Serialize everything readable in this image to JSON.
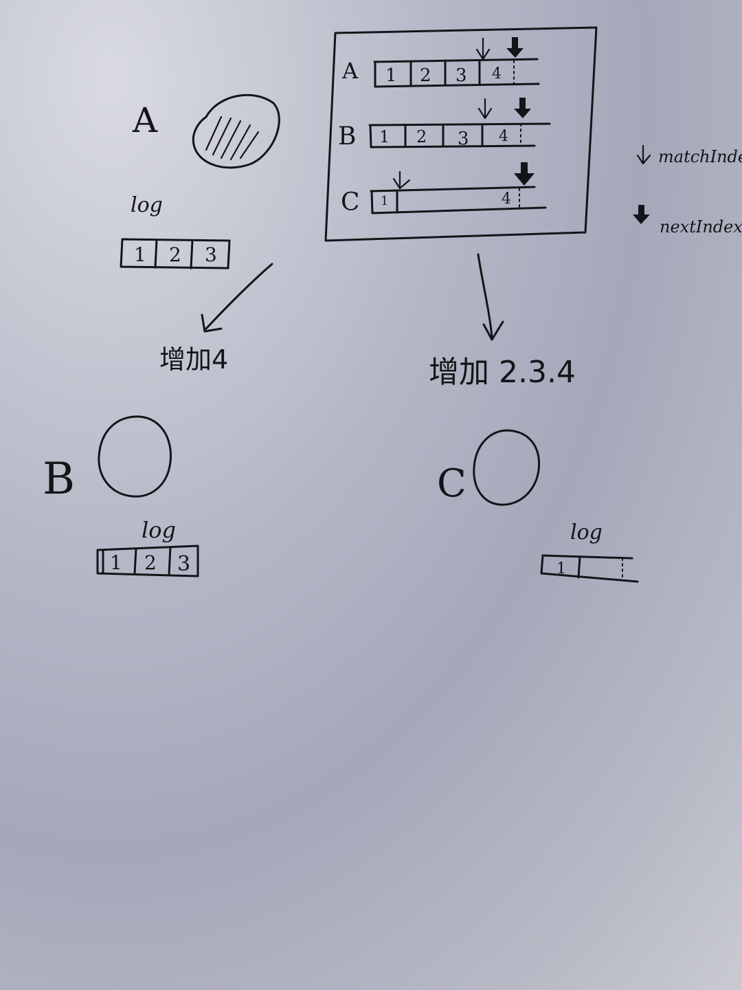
{
  "nodes": {
    "a": {
      "label": "A",
      "log_label": "log",
      "entries": [
        "1",
        "2",
        "3"
      ]
    },
    "b": {
      "label": "B",
      "log_label": "log",
      "entries": [
        "1",
        "2",
        "3"
      ]
    },
    "c": {
      "label": "C",
      "log_label": "log",
      "entries": [
        "1"
      ]
    }
  },
  "leader_box": {
    "rows": [
      {
        "label": "A",
        "cells": [
          "1",
          "2",
          "3",
          "4"
        ]
      },
      {
        "label": "B",
        "cells": [
          "1",
          "2",
          "3",
          "4"
        ]
      },
      {
        "label": "C",
        "cells": [
          "1",
          "4"
        ]
      }
    ]
  },
  "legend": {
    "match_index": "matchIndex",
    "next_index": "nextIndex"
  },
  "actions": {
    "to_b": "增加4",
    "to_c": "增加 2.3.4"
  },
  "colors": {
    "ink": "#141418",
    "paper": "#b4b7c6"
  }
}
